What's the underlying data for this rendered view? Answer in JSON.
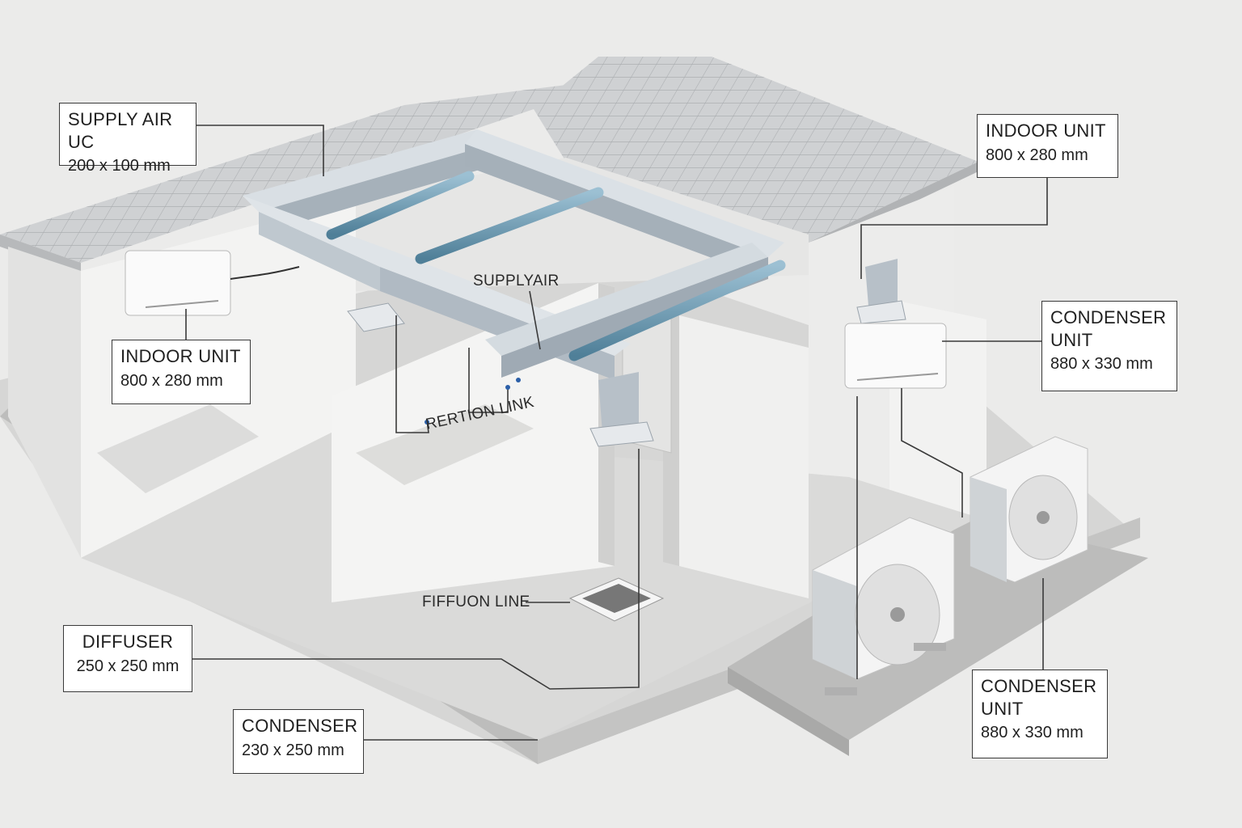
{
  "labels": {
    "supply_air_uc": {
      "title": "SUPPLY AIR UC",
      "dims": "200 x 100 mm"
    },
    "indoor_unit_right": {
      "title": "INDOOR UNIT",
      "dims": "800 x 280 mm"
    },
    "condenser_unit_upper": {
      "title_line1": "CONDENSER",
      "title_line2": "UNIT",
      "dims": "880 x 330 mm"
    },
    "indoor_unit_left": {
      "title": "INDOOR UNIT",
      "dims": "800 x 280 mm"
    },
    "diffuser": {
      "title": "DIFFUSER",
      "dims": "250 x 250 mm"
    },
    "condenser": {
      "title": "CONDENSER",
      "dims": "230 x 250 mm"
    },
    "condenser_unit_lower": {
      "title_line1": "CONDENSER",
      "title_line2": "UNIT",
      "dims": "880 x 330 mm"
    }
  },
  "inline": {
    "supply_air": "SUPPLYAIR",
    "rertion_link": "RERTION LINK",
    "fiffuon_line": "FIFFUON LINE"
  },
  "colors": {
    "background": "#ebebea",
    "roof": "#c9cbcd",
    "wall": "#f1f1f0",
    "floor": "#d9d9d8",
    "duct": "#b9c2ca",
    "pipe": "#6f9bb3",
    "leader_line": "#3a3a3a"
  }
}
